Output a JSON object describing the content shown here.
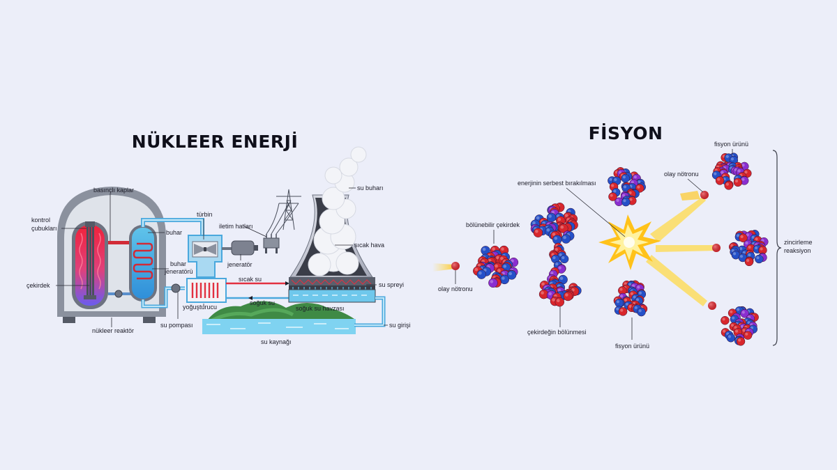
{
  "nuclear": {
    "title": "NÜKLEER ENERJİ",
    "labels": {
      "pressure_vessel": "basınçlı kaplar",
      "control_rods_1": "kontrol",
      "control_rods_2": "çubukları",
      "core": "çekirdek",
      "reactor": "nükleer reaktör",
      "steam": "buhar",
      "steam_gen_1": "buhar",
      "steam_gen_2": "jeneratörü",
      "turbine": "türbin",
      "power_lines": "iletim hatları",
      "generator": "jeneratör",
      "water_vapor": "su buharı",
      "hot_air": "sıcak hava",
      "hot_water": "sıcak su",
      "water_spray": "su spreyi",
      "condenser": "yoğuşturucu",
      "cold_water": "soğuk su",
      "cold_water_basin": "soğuk su havzası",
      "pump": "su pompası",
      "water_intake": "su girişi",
      "water_source": "su kaynağı"
    }
  },
  "fission": {
    "title": "FİSYON",
    "labels": {
      "incident_neutron_left": "olay nötronu",
      "fissile_nucleus": "bölünebilir çekirdek",
      "energy_release": "enerjinin serbest bırakılması",
      "nucleus_splitting": "çekirdeğin bölünmesi",
      "fission_product_bottom": "fisyon ürünü",
      "incident_neutron_top": "olay nötronu",
      "fission_product_top": "fisyon ürünü",
      "chain_reaction_1": "zincirleme",
      "chain_reaction_2": "reaksiyon"
    }
  },
  "colors": {
    "background": "#eceef9",
    "proton_red": "#d8262c",
    "neutron_blue": "#2450c8",
    "purple": "#8a2ed0",
    "water_blue": "#5fc3ea",
    "hot_red": "#e23040"
  }
}
